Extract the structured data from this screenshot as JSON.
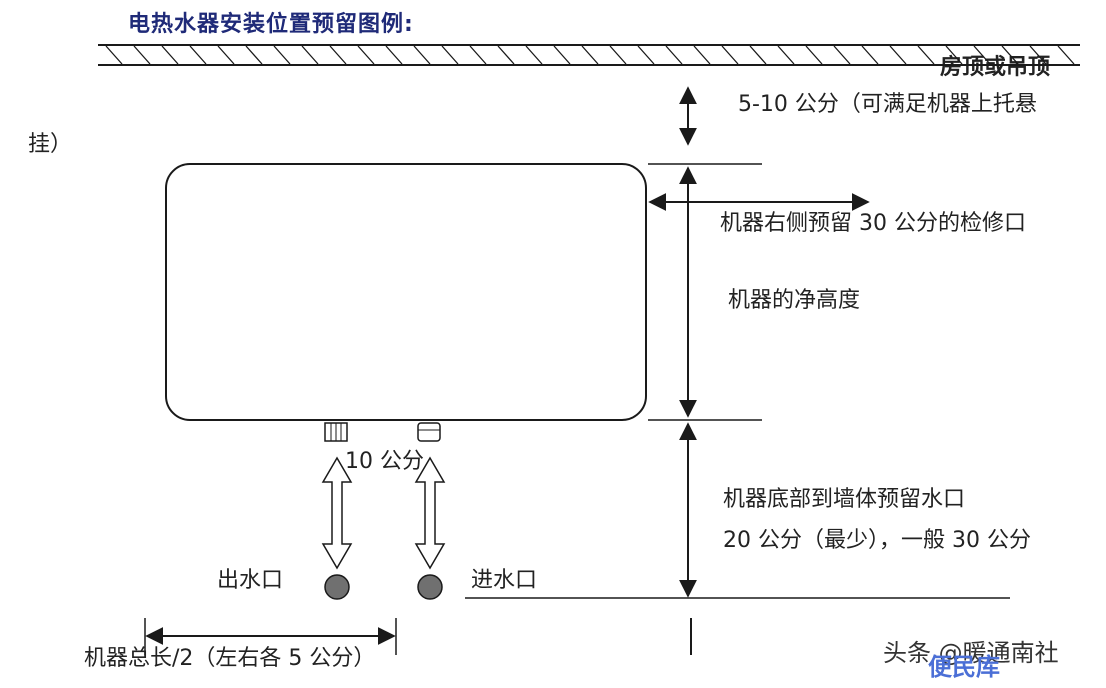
{
  "title": "电热水器安装位置预留图例:",
  "ceiling_label": "房顶或吊顶",
  "labels": {
    "top_clearance_1": "5-10 公分（可满足机器上托悬",
    "top_clearance_2": "挂）",
    "right_side": "机器右侧预留 30 公分的检修口",
    "net_height": "机器的净高度",
    "pipe_spacing": "10 公分",
    "bottom_clearance_1": "机器底部到墙体预留水口",
    "bottom_clearance_2": "20 公分（最少），一般 30 公分",
    "outlet": "出水口",
    "inlet": "进水口",
    "length": "机器总长/2（左右各 5 公分）"
  },
  "watermark": "头条 @暖通南社",
  "watermark_overlay": "便民库",
  "colors": {
    "title": "#1f2a78",
    "line": "#1a1a1a",
    "valve": "#707070",
    "watermark_overlay": "#4b6fd6"
  }
}
